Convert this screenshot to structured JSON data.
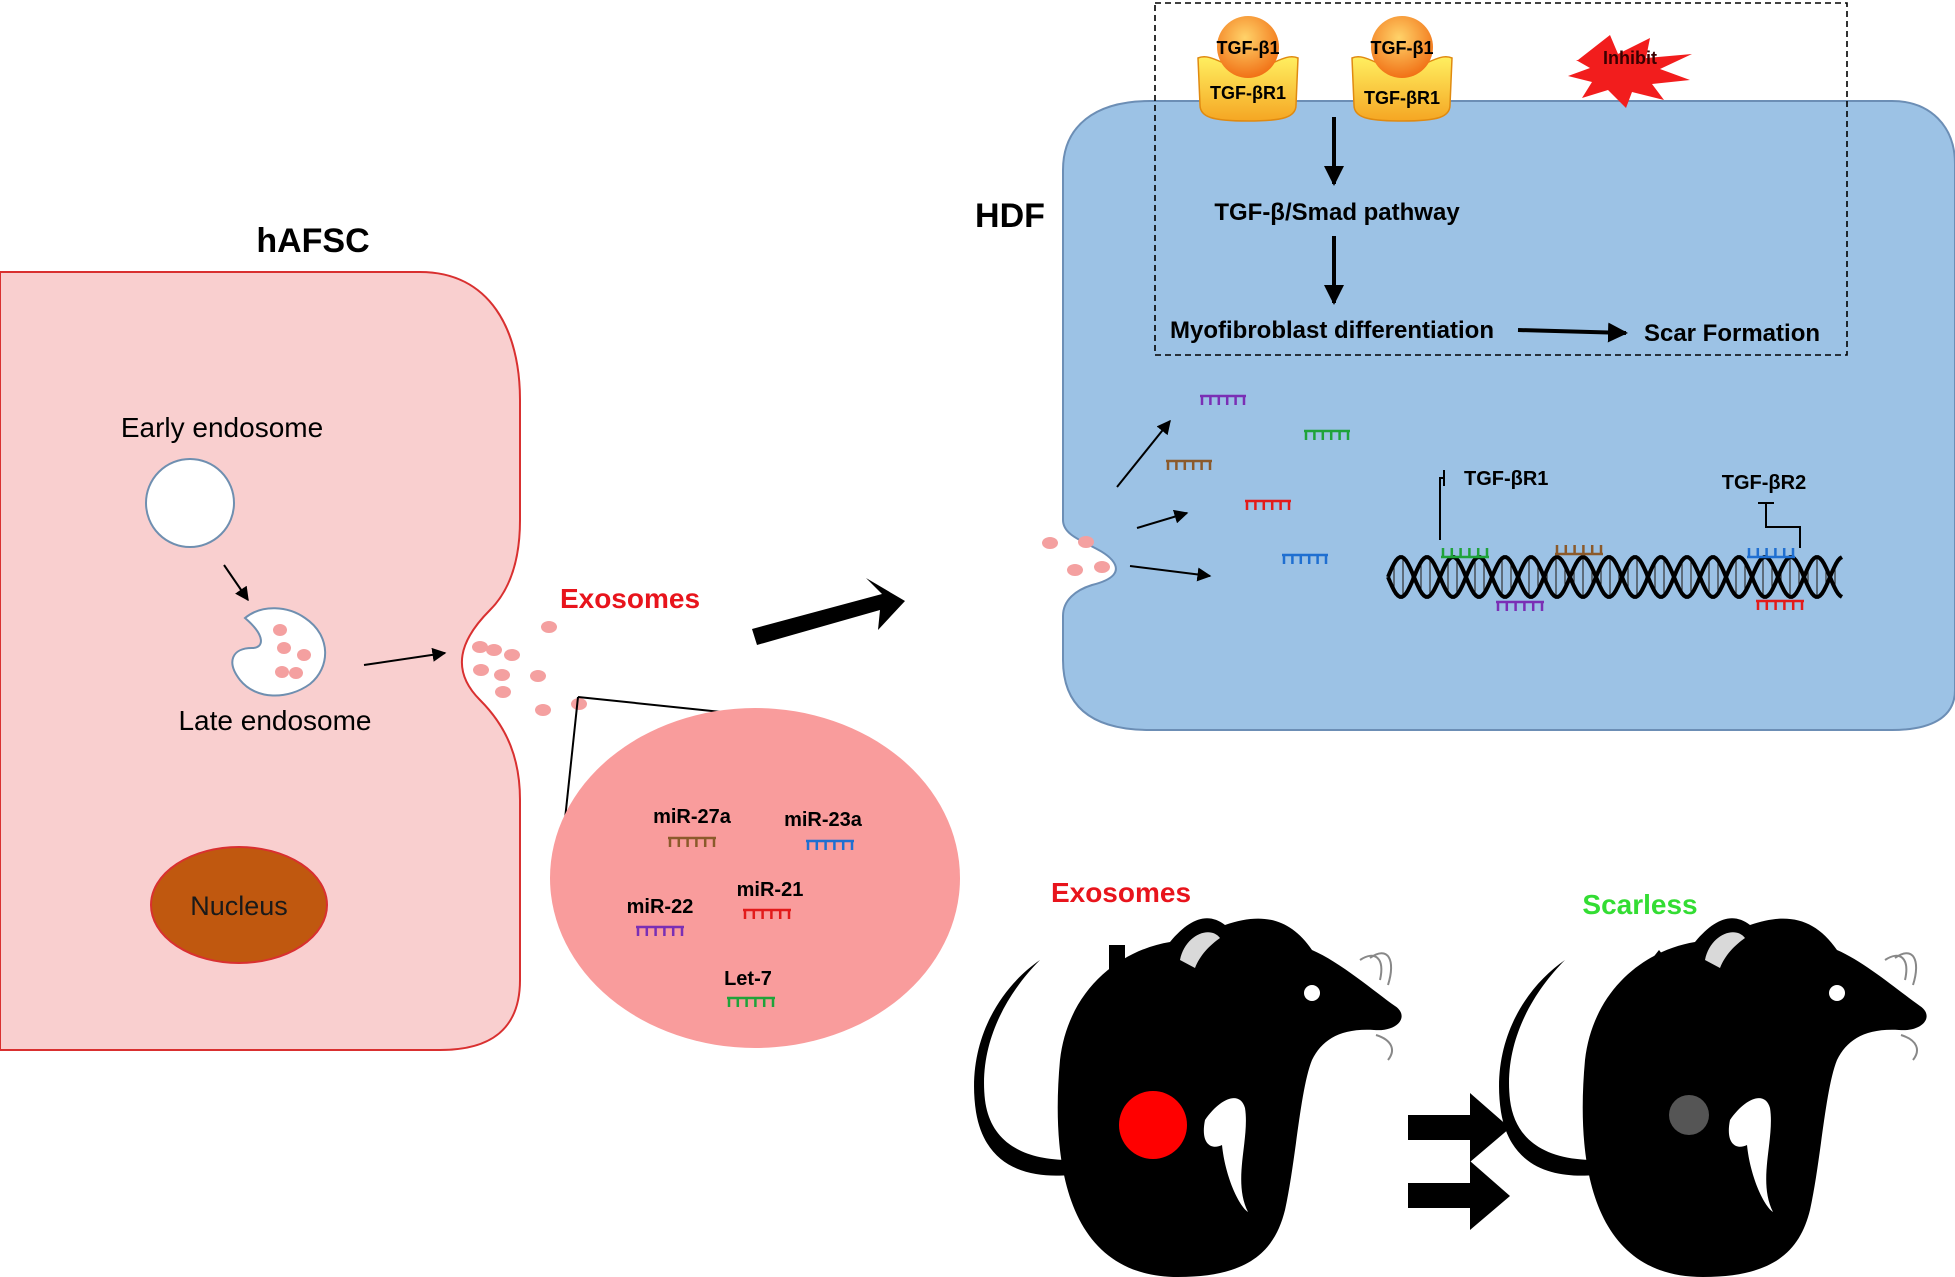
{
  "hafsc": {
    "title": "hAFSC",
    "early_endosome": "Early endosome",
    "late_endosome": "Late endosome",
    "nucleus": "Nucleus",
    "exosomes": "Exosomes"
  },
  "exosome_cargo": {
    "mirnas": [
      {
        "label": "miR-27a",
        "color": "#8B5A2B"
      },
      {
        "label": "miR-23a",
        "color": "#1F6FD1"
      },
      {
        "label": "miR-22",
        "color": "#7A2FB5"
      },
      {
        "label": "miR-21",
        "color": "#E21B1B"
      },
      {
        "label": "Let-7",
        "color": "#1FA33A"
      }
    ]
  },
  "hdf": {
    "title": "HDF",
    "ligand": "TGF-β1",
    "receptor": "TGF-βR1",
    "inhibit": "Inhibit",
    "pathway": "TGF-β/Smad pathway",
    "differentiation": "Myofibroblast differentiation",
    "scar": "Scar Formation",
    "target_r1": "TGF-βR1",
    "target_r2": "TGF-βR2"
  },
  "mouse": {
    "exosomes": "Exosomes",
    "scarless": "Scarless"
  },
  "colors": {
    "hafsc_fill": "#F9CFCF",
    "hafsc_stroke": "#D93030",
    "hdf_fill": "#9CC2E5",
    "hdf_stroke": "#6C8EB5",
    "exosome_text": "#E8141C",
    "scarless_text": "#33DD33",
    "vesicle_fill": "#F4A0A0",
    "nucleus_fill": "#C0580F",
    "inhibit_fill": "#F21D1D",
    "wound": "#FF0000",
    "healed": "#555555"
  }
}
